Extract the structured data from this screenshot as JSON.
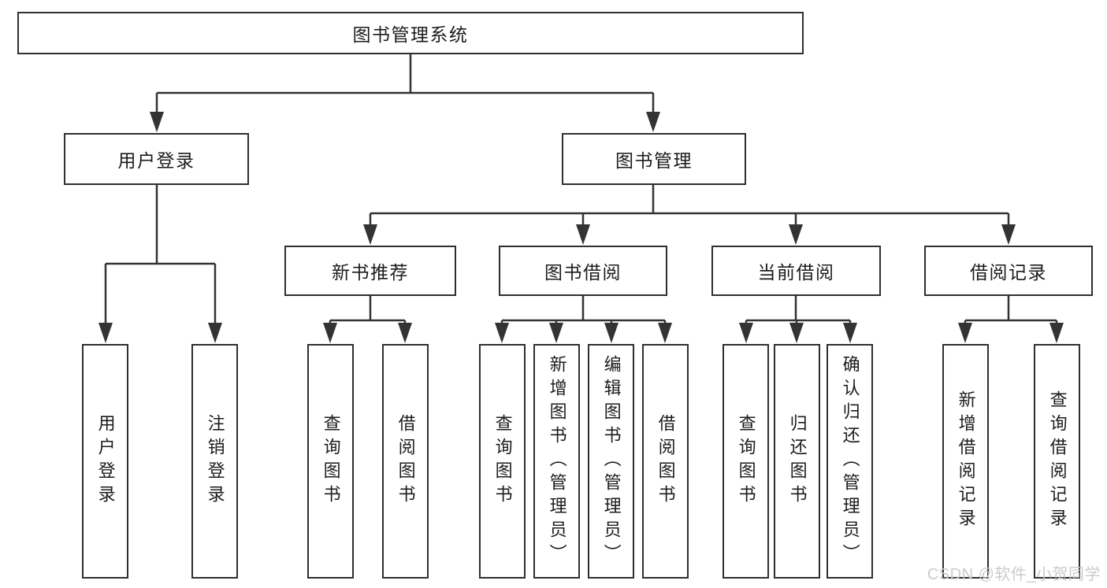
{
  "tree": {
    "root": "图书管理系统",
    "branches": [
      {
        "label": "用户登录",
        "children": [
          "用户登录",
          "注销登录"
        ]
      },
      {
        "label": "图书管理",
        "modules": [
          {
            "label": "新书推荐",
            "children": [
              "查询图书",
              "借阅图书"
            ]
          },
          {
            "label": "图书借阅",
            "children": [
              "查询图书",
              "新增图书（管理员）",
              "编辑图书（管理员）",
              "借阅图书"
            ]
          },
          {
            "label": "当前借阅",
            "children": [
              "查询图书",
              "归还图书",
              "确认归还（管理员）"
            ]
          },
          {
            "label": "借阅记录",
            "children": [
              "新增借阅记录",
              "查询借阅记录"
            ]
          }
        ]
      }
    ]
  },
  "watermark": "CSDN @软件_小贺同学",
  "colors": {
    "line": "#333333",
    "box_border": "#2f2f2f",
    "text": "#1c1c1c",
    "watermark": "#cbcbcb",
    "background": "#ffffff"
  }
}
